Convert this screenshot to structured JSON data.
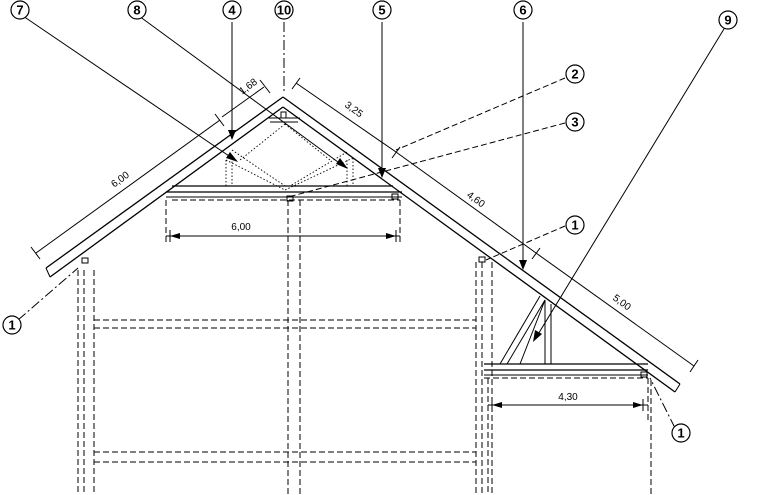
{
  "callouts": {
    "c1a": "1",
    "c1b": "1",
    "c1c": "1",
    "c2": "2",
    "c3": "3",
    "c4": "4",
    "c5": "5",
    "c6": "6",
    "c7": "7",
    "c8": "8",
    "c9": "9",
    "c10": "10"
  },
  "dimensions": {
    "rafter_left_length": "6,00",
    "upper_left_segment": "1,68",
    "upper_right_segment": "3,25",
    "middle_right_segment": "4,60",
    "lower_right_segment": "5,00",
    "ceiling_span_left": "6,00",
    "ceiling_span_right": "4,30"
  }
}
